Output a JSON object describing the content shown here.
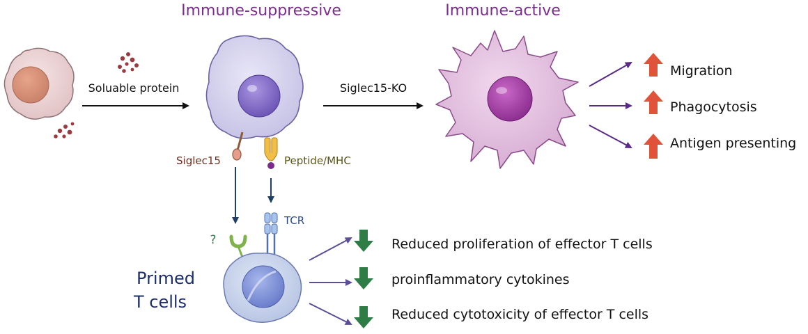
{
  "titles": {
    "left": "Immune-suppressive",
    "right": "Immune-active"
  },
  "labels": {
    "soluable_protein": "Soluable protein",
    "siglec15_ko": "Siglec15-KO",
    "siglec15": "Siglec15",
    "peptide_mhc": "Peptide/MHC",
    "tcr": "TCR",
    "question": "?",
    "primed_line1": "Primed",
    "primed_line2": "T cells"
  },
  "effects_up": [
    "Migration",
    "Phagocytosis",
    "Antigen presenting"
  ],
  "effects_down": [
    "Reduced proliferation of effector T cells",
    "proinflammatory cytokines",
    "Reduced cytotoxicity of effector T cells"
  ],
  "colors": {
    "title_purple": "#7b2d8e",
    "up_arrow": "#e0533a",
    "down_arrow": "#2e7d46",
    "signal_arrow": "#1f3f66",
    "effect_arrow": "#5a2b86",
    "tcell_text": "#1e2e6a",
    "siglec_text": "#6b2c1c",
    "mhc_text": "#5a5416",
    "tcr_text": "#2c4a8c"
  }
}
